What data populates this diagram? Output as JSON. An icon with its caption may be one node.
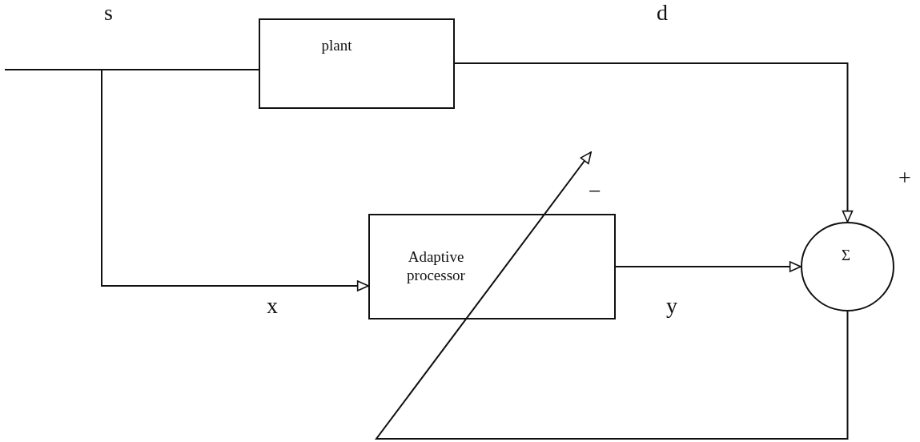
{
  "diagram": {
    "nodes": [
      {
        "text": [
          "plant"
        ]
      },
      {
        "text": [
          "Adaptive processor"
        ]
      },
      {
        "text": [
          "Σ"
        ]
      }
    ],
    "edges": [
      {
        "from": null,
        "to": 0,
        "arrow": "none"
      },
      {
        "from": null,
        "to": 1,
        "arrow": "to"
      },
      {
        "from": 0,
        "to": 2,
        "arrow": "to"
      },
      {
        "from": 1,
        "to": 2,
        "arrow": "to"
      },
      {
        "from": 2,
        "to": 1,
        "arrow": "to"
      }
    ],
    "labels": [
      "s",
      "d",
      "+",
      "−",
      "x",
      "y"
    ]
  }
}
